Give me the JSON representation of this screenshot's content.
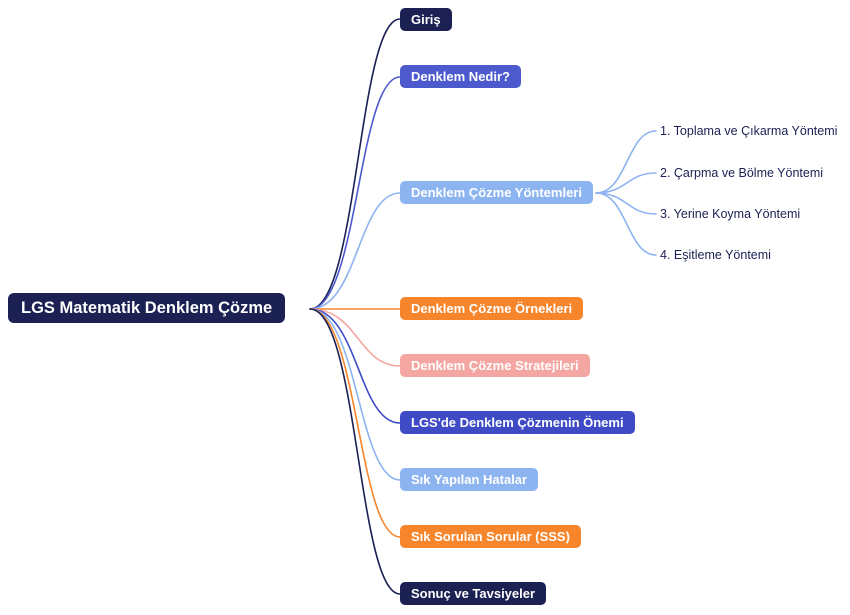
{
  "title": "LGS Matematik Denklem Çözme Mind Map",
  "palette": {
    "navy": "#1b2153",
    "royal_blue": "#4d5ace",
    "light_blue": "#8cb4f1",
    "orange": "#f6852b",
    "salmon": "#f4a6a2",
    "indigo": "#3e4bc5",
    "child_text_color": "#1b2153",
    "background": "#ffffff"
  },
  "root": {
    "label": "LGS Matematik Denklem Çözme",
    "color": "#1b2153"
  },
  "branches": [
    {
      "label": "Giriş",
      "color": "#1b2153"
    },
    {
      "label": "Denklem Nedir?",
      "color": "#4d5ace"
    },
    {
      "label": "Denklem Çözme Yöntemleri",
      "color": "#8cb4f1",
      "children": [
        "1. Toplama ve Çıkarma Yöntemi",
        "2. Çarpma ve Bölme Yöntemi",
        "3. Yerine Koyma Yöntemi",
        "4. Eşitleme Yöntemi"
      ]
    },
    {
      "label": "Denklem Çözme Örnekleri",
      "color": "#f6852b"
    },
    {
      "label": "Denklem Çözme Stratejileri",
      "color": "#f4a6a2"
    },
    {
      "label": "LGS'de Denklem Çözmenin Önemi",
      "color": "#3e4bc5"
    },
    {
      "label": "Sık Yapılan Hatalar",
      "color": "#8cb4f1"
    },
    {
      "label": "Sık Sorulan Sorular (SSS)",
      "color": "#f6852b"
    },
    {
      "label": "Sonuç ve Tavsiyeler",
      "color": "#1b2153"
    }
  ]
}
